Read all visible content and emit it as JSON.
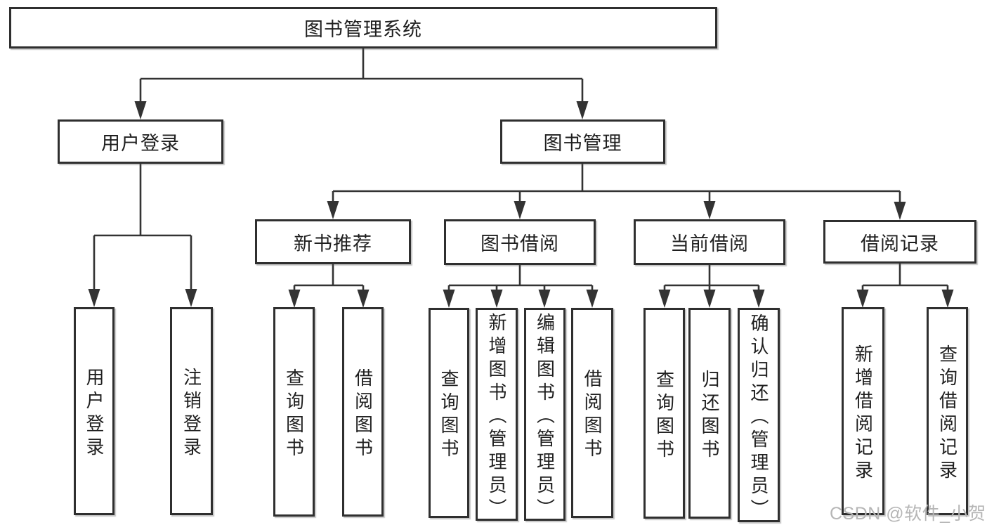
{
  "diagram_title": "图书管理系统",
  "nodes": {
    "root": "图书管理系统",
    "user_login": "用户登录",
    "book_mgmt": "图书管理",
    "user_login_child": "用户登录",
    "logout_child": "注销登录",
    "new_book_rec": "新书推荐",
    "book_borrow": "图书借阅",
    "current_borrow": "当前借阅",
    "borrow_records": "借阅记录",
    "nb_query_books": "查询图书",
    "nb_borrow_books": "借阅图书",
    "bb_query_books": "查询图书",
    "bb_add_books": "新增图书（管理员）",
    "bb_edit_books": "编辑图书（管理员）",
    "bb_borrow_books": "借阅图书",
    "cb_query_books": "查询图书",
    "cb_return_books": "归还图书",
    "cb_confirm_return": "确认归还（管理员）",
    "br_add_record": "新增借阅记录",
    "br_query_record": "查询借阅记录"
  },
  "hierarchy": {
    "图书管理系统": {
      "用户登录": [
        "用户登录",
        "注销登录"
      ],
      "图书管理": {
        "新书推荐": [
          "查询图书",
          "借阅图书"
        ],
        "图书借阅": [
          "查询图书",
          "新增图书（管理员）",
          "编辑图书（管理员）",
          "借阅图书"
        ],
        "当前借阅": [
          "查询图书",
          "归还图书",
          "确认归还（管理员）"
        ],
        "借阅记录": [
          "新增借阅记录",
          "查询借阅记录"
        ]
      }
    }
  },
  "watermark": "CSDN @软件_小贺同学",
  "colors": {
    "background": "#ffffff",
    "line": "#333333",
    "box_border": "#2f2f2f",
    "box_fill": "#ffffff",
    "text": "#1f1f1f",
    "watermark": "#b6b6b6"
  }
}
